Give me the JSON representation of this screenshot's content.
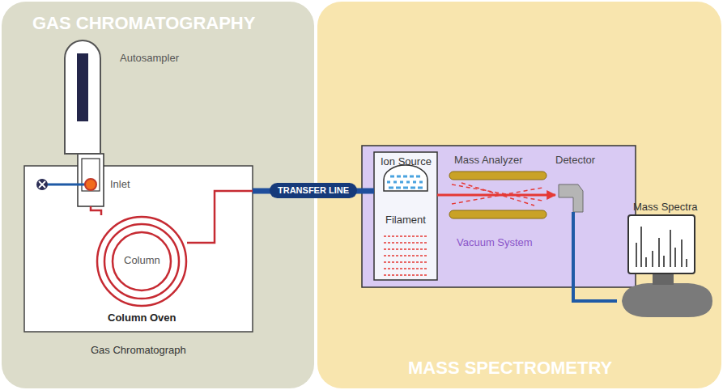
{
  "diagram": {
    "nodes": [
      {
        "text": [
          "GAS CHROMATOGRAPHY"
        ]
      },
      {
        "text": [
          "Gas Chromatograph"
        ],
        "in": 0
      },
      {
        "text": [
          "Autosampler"
        ],
        "in": 0
      },
      {
        "text": [
          "Inlet"
        ],
        "in": 1
      },
      {
        "text": [
          "Column"
        ],
        "in": 1
      },
      {
        "text": [
          "MASS SPECTROMETRY"
        ]
      },
      {
        "text": [
          "Vacuum System"
        ],
        "in": 5
      },
      {
        "text": [
          "Ion Source",
          "Filament"
        ],
        "in": 6
      },
      {
        "text": [
          "Mass Analyzer"
        ],
        "in": 6
      },
      {
        "text": [
          "Detector"
        ],
        "in": 6
      },
      {
        "text": [
          "Mass Spectra"
        ],
        "in": 5
      }
    ],
    "edges": [
      {
        "from": 3,
        "to": 4,
        "arrow": "none"
      },
      {
        "from": 4,
        "to": 7,
        "label": "TRANSFER LINE",
        "arrow": "none"
      },
      {
        "from": 7,
        "to": 9,
        "arrow": "to"
      },
      {
        "from": 9,
        "to": 10,
        "arrow": "none"
      }
    ],
    "labels": [
      "Column Oven"
    ]
  }
}
